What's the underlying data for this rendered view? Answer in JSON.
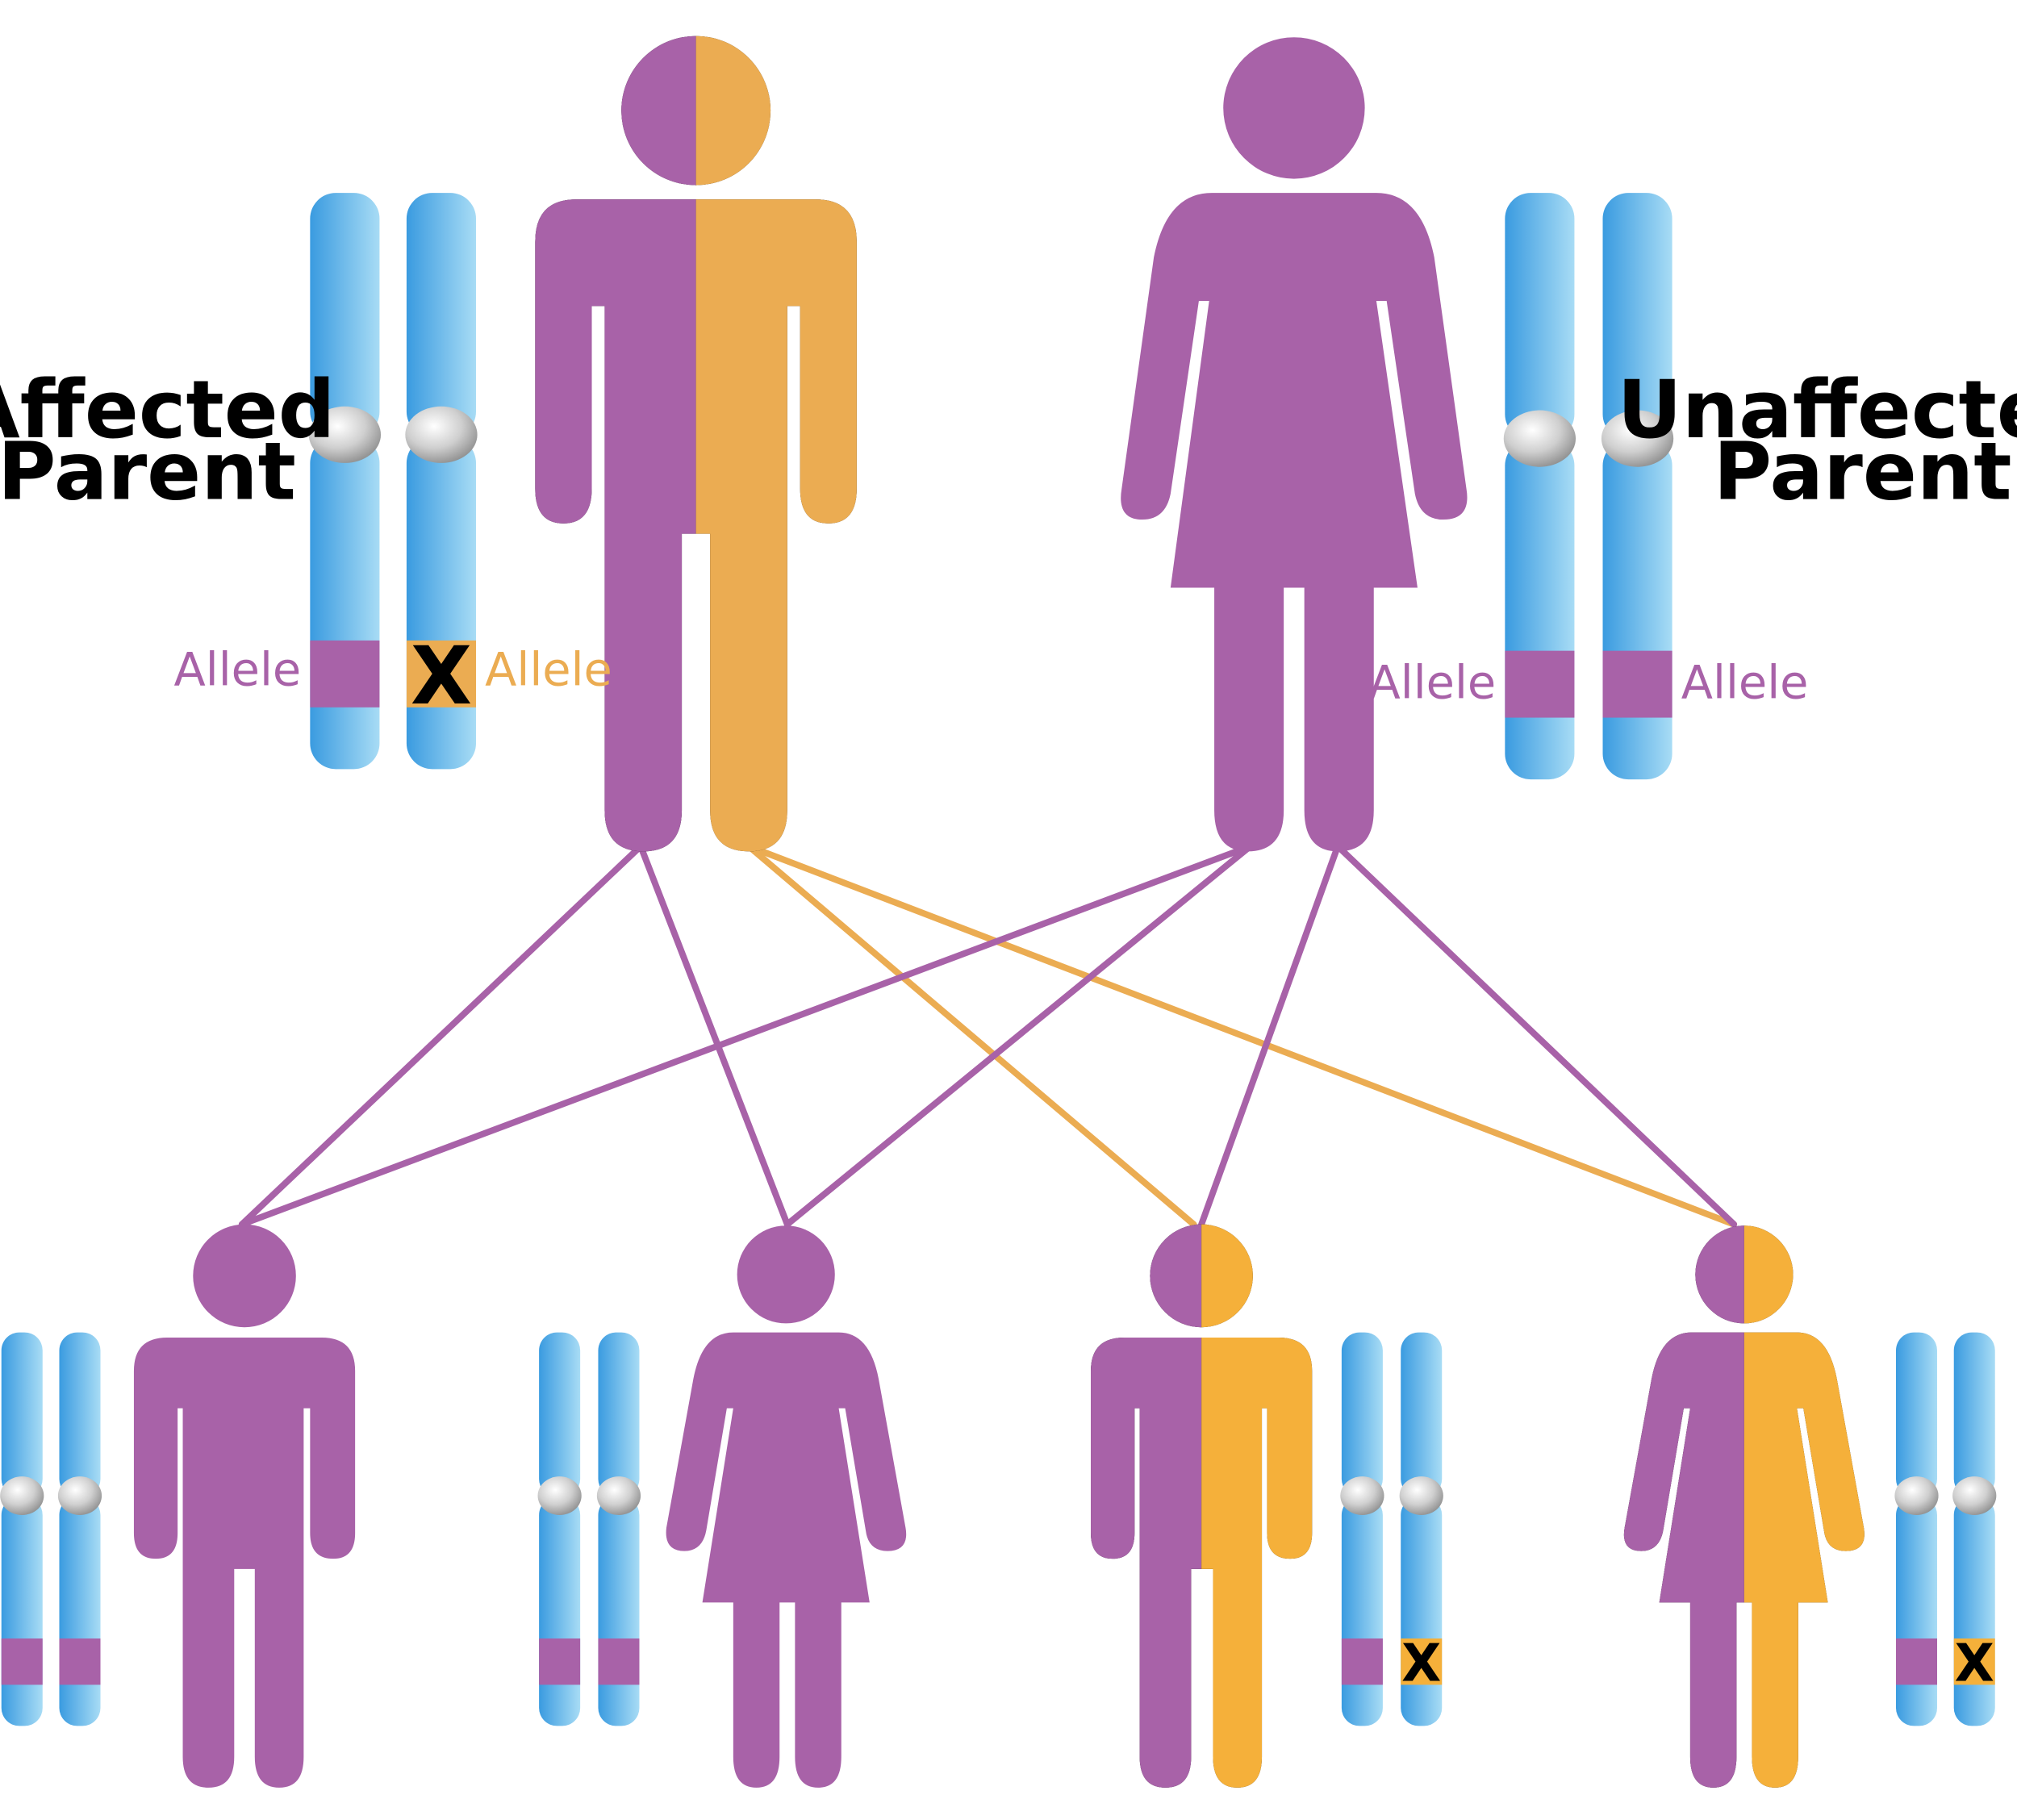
{
  "labels": {
    "affected_parent_line1": "Affected",
    "affected_parent_line2": "Parent",
    "unaffected_parent_line1": "Unaffected",
    "unaffected_parent_line2": "Parent",
    "allele": "Allele",
    "mutation_mark": "X"
  },
  "colors": {
    "normal": "#a862a8",
    "mutant_parent": "#ebac52",
    "mutant_child": "#f5b03a",
    "chromosome_dark": "#3a9be0",
    "chromosome_light": "#a8dcf5",
    "centromere": "#c8c8c8"
  },
  "parents": [
    {
      "role": "affected",
      "figure": "male",
      "alleles": [
        "normal",
        "mutant"
      ]
    },
    {
      "role": "unaffected",
      "figure": "female",
      "alleles": [
        "normal",
        "normal"
      ]
    }
  ],
  "children": [
    {
      "figure": "male",
      "alleles": [
        "normal",
        "normal"
      ],
      "status": "unaffected"
    },
    {
      "figure": "female",
      "alleles": [
        "normal",
        "normal"
      ],
      "status": "unaffected"
    },
    {
      "figure": "male",
      "alleles": [
        "normal",
        "mutant"
      ],
      "status": "affected"
    },
    {
      "figure": "female",
      "alleles": [
        "normal",
        "mutant"
      ],
      "status": "affected"
    }
  ]
}
